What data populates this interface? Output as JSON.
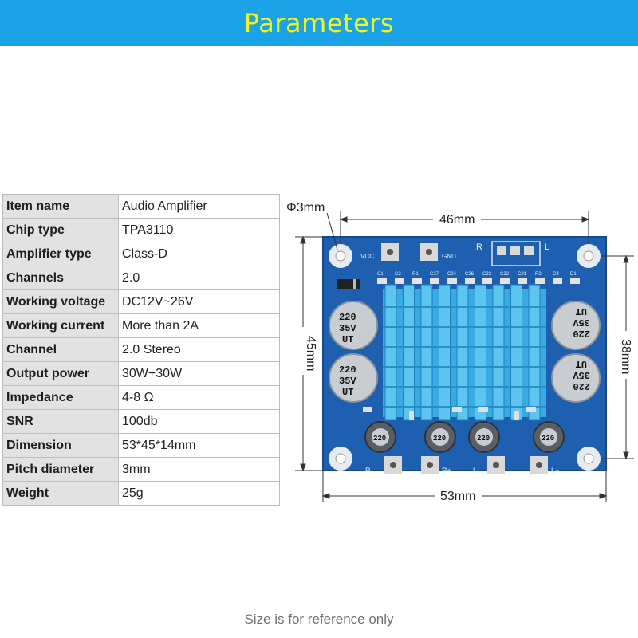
{
  "header": {
    "title": "Parameters"
  },
  "table": {
    "rows": [
      {
        "label": "Item name",
        "value": "Audio Amplifier"
      },
      {
        "label": "Chip type",
        "value": "TPA3110"
      },
      {
        "label": "Amplifier type",
        "value": "Class-D"
      },
      {
        "label": "Channels",
        "value": "2.0"
      },
      {
        "label": "Working voltage",
        "value": "DC12V~26V"
      },
      {
        "label": "Working current",
        "value": "More than 2A"
      },
      {
        "label": "Channel",
        "value": "2.0  Stereo"
      },
      {
        "label": "Output power",
        "value": "30W+30W"
      },
      {
        "label": "Impedance",
        "value": "4-8 Ω"
      },
      {
        "label": "SNR",
        "value": "100db"
      },
      {
        "label": "Dimension",
        "value": "53*45*14mm"
      },
      {
        "label": "Pitch diameter",
        "value": "3mm"
      },
      {
        "label": "Weight",
        "value": "25g"
      }
    ]
  },
  "diagram": {
    "hole_label": "Φ3mm",
    "top_dim": "46mm",
    "bottom_dim": "53mm",
    "left_dim": "45mm",
    "right_dim": "38mm",
    "pcb": {
      "vcc": "VCC",
      "gnd": "GND",
      "r": "R",
      "l": "L",
      "r_minus": "R-",
      "r_plus": "R+",
      "l_minus": "L-",
      "l_plus": "L+",
      "cap_large_top": "220",
      "cap_large_mid": "35V",
      "cap_large_bot": "UT",
      "cap_small": "220",
      "top_components": [
        "C1",
        "C2",
        "R1",
        "C27",
        "C24",
        "C26",
        "C23",
        "C22",
        "C21",
        "R2",
        "C3",
        "D1"
      ]
    },
    "colors": {
      "pcb": "#1f5fb0",
      "heatsink": "#36a8e0",
      "capacitor": "#c8cdd2",
      "pad": "#d9d9d9"
    }
  },
  "footer": {
    "note": "Size is for reference only"
  }
}
